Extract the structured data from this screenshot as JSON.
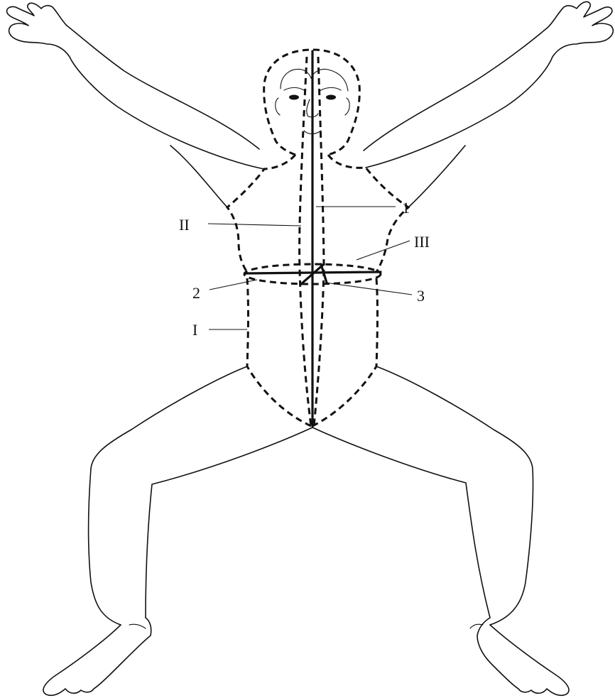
{
  "labels": {
    "one_right": "1",
    "two_roman": "II",
    "three_roman": "III",
    "two_left": "2",
    "three_right": "3",
    "one_roman": "I"
  }
}
